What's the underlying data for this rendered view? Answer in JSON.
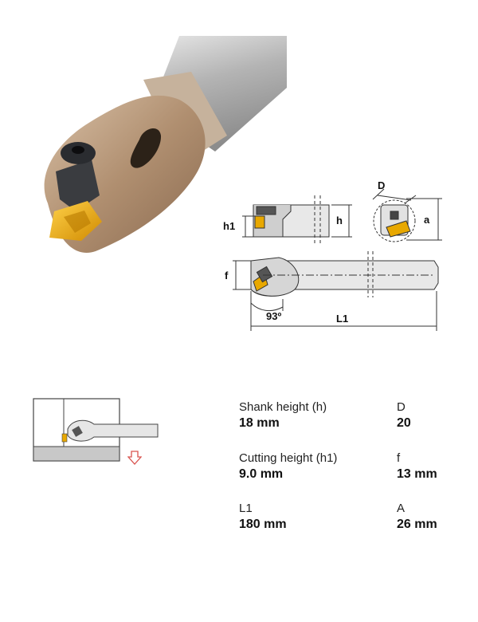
{
  "diagram": {
    "labels": {
      "h1": "h1",
      "h": "h",
      "D": "D",
      "a": "a",
      "f": "f",
      "angle": "93º",
      "L1": "L1"
    }
  },
  "specs": [
    {
      "label": "Shank height (h)",
      "value": "18 mm"
    },
    {
      "label": "D",
      "value": "20"
    },
    {
      "label": "Cutting height (h1)",
      "value": "9.0 mm"
    },
    {
      "label": "f",
      "value": "13 mm"
    },
    {
      "label": "L1",
      "value": "180 mm"
    },
    {
      "label": "A",
      "value": "26 mm"
    }
  ],
  "colors": {
    "insert": "#e8a800",
    "head": "#b99a7c",
    "shank": "#c8c8c8",
    "line": "#333333"
  },
  "icons": {
    "feed_direction": "down-arrow-outline-icon"
  }
}
